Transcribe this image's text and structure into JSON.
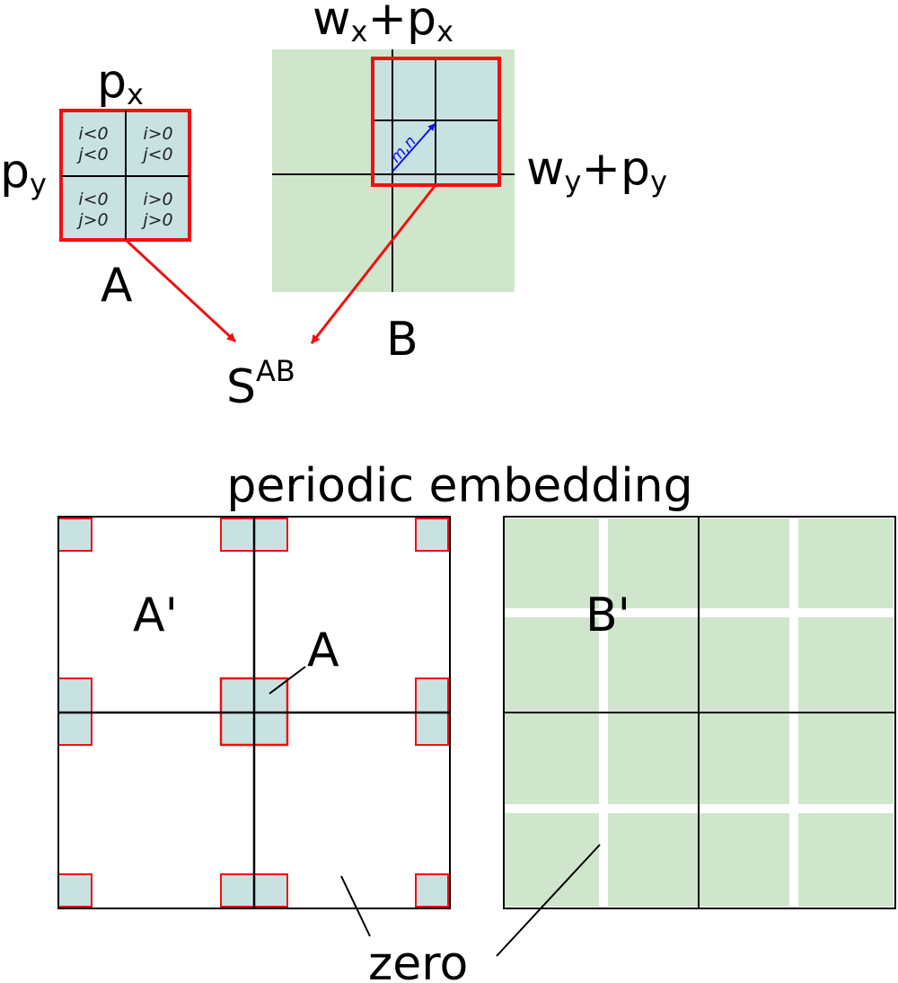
{
  "diagram": {
    "label_px": {
      "base": "p",
      "subscript": "x"
    },
    "label_py": {
      "base": "p",
      "subscript": "y"
    },
    "label_wx_px": {
      "w": "w",
      "w_sub": "x",
      "plus": "+",
      "p": "p",
      "p_sub": "x"
    },
    "label_wy_py": {
      "w": "w",
      "w_sub": "y",
      "plus": "+",
      "p": "p",
      "p_sub": "y"
    },
    "label_A": "A",
    "label_B": "B",
    "label_S": {
      "base": "S",
      "superscript": "AB"
    },
    "cells": [
      {
        "line1": "i<0",
        "line2": "j<0"
      },
      {
        "line1": "i>0",
        "line2": "j<0"
      },
      {
        "line1": "i<0",
        "line2": "j>0"
      },
      {
        "line1": "i>0",
        "line2": "j>0"
      }
    ],
    "vector_label": "m,n",
    "heading": "periodic embedding",
    "label_A_prime": "A'",
    "label_A_inner": "A",
    "label_B_prime": "B'",
    "label_zero": "zero",
    "colors": {
      "blue_fill": "#c8e2e2",
      "green_fill": "#d0e6cc",
      "red": "#ee1111",
      "vector": "#1010ee",
      "line": "#000000"
    }
  }
}
